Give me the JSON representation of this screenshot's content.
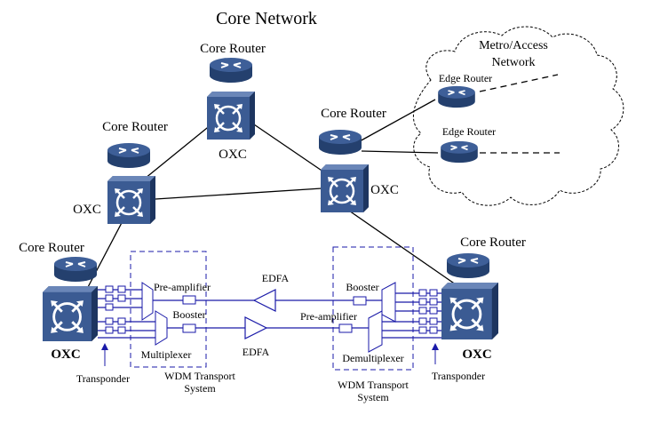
{
  "title": "Core Network",
  "cloud": {
    "label_line1": "Metro/Access",
    "label_line2": "Network"
  },
  "nodes": {
    "top_router": "Core Router",
    "top_oxc": "OXC",
    "left_router": "Core Router",
    "left_oxc": "OXC",
    "right_router": "Core Router",
    "right_oxc": "OXC",
    "bl_router": "Core Router",
    "bl_oxc": "OXC",
    "br_router": "Core Router",
    "br_oxc": "OXC",
    "edge_router_1": "Edge Router",
    "edge_router_2": "Edge Router"
  },
  "wdm": {
    "left_preamp": "Pre-amplifier",
    "left_booster": "Booster",
    "left_mux": "Multiplexer",
    "left_system_line1": "WDM Transport",
    "left_system_line2": "System",
    "right_booster": "Booster",
    "right_preamp": "Pre-amplifier",
    "right_demux": "Demultiplexer",
    "right_system_line1": "WDM Transport",
    "right_system_line2": "System",
    "edfa_top": "EDFA",
    "edfa_bottom": "EDFA",
    "transponder_left": "Transponder",
    "transponder_right": "Transponder"
  },
  "colors": {
    "device_blue": "#2e4d82",
    "device_dark": "#1d3560",
    "link_blue": "#1a1aa8",
    "line_black": "#000000"
  }
}
